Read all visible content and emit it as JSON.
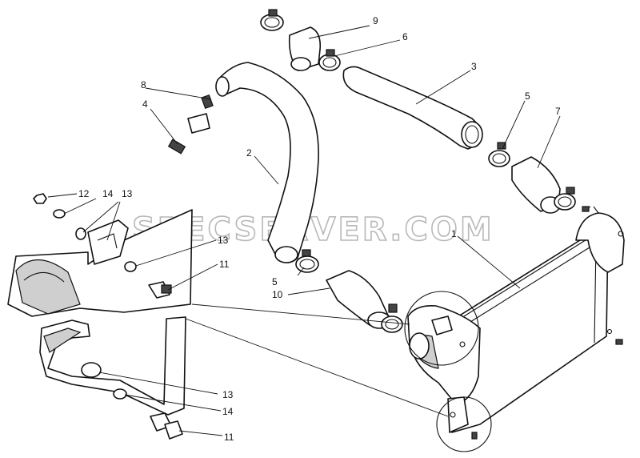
{
  "watermark": "SPECSERVER.COM",
  "callouts": {
    "c1": "1",
    "c2": "2",
    "c3": "3",
    "c4": "4",
    "c5a": "5",
    "c5b": "5",
    "c6": "6",
    "c7": "7",
    "c8": "8",
    "c9": "9",
    "c10": "10",
    "c11a": "11",
    "c11b": "11",
    "c12": "12",
    "c13a": "13",
    "c13b": "13",
    "c13c": "13",
    "c14a": "14",
    "c14b": "14"
  }
}
